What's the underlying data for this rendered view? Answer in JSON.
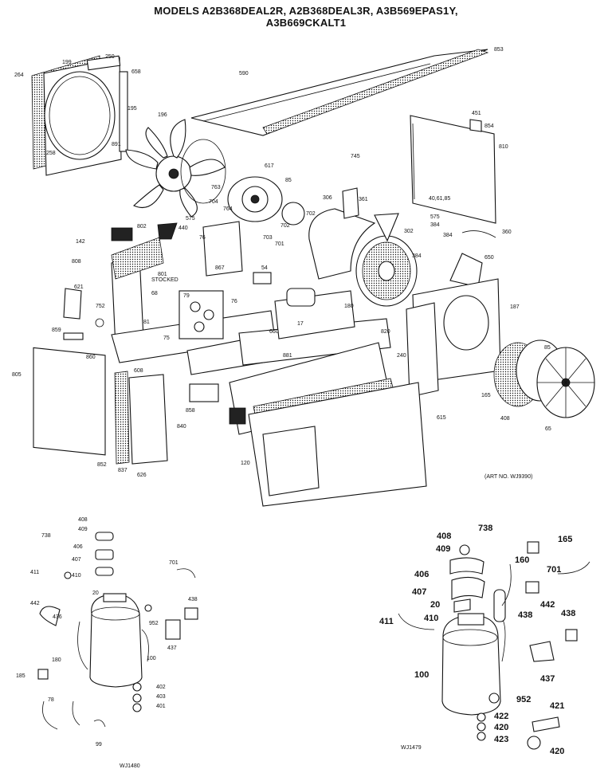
{
  "header": {
    "title_line1": "MODELS A2B368DEAL2R, A2B368DEAL3R, A3B569EPAS1Y,",
    "title_line2": "A3B669CKALT1"
  },
  "footer": {
    "art_no": "(ART NO. WJ9390)",
    "code_left": "WJ1480",
    "code_right": "WJ1479"
  },
  "callouts_main": [
    "264",
    "199",
    "250",
    "658",
    "853",
    "590",
    "195",
    "891",
    "258",
    "196",
    "617",
    "85",
    "763",
    "704",
    "764",
    "575",
    "440",
    "802",
    "142",
    "808",
    "801",
    "STOCKED",
    "621",
    "752",
    "859",
    "860",
    "805",
    "852",
    "837",
    "626",
    "840",
    "858",
    "608",
    "81",
    "75",
    "79",
    "867",
    "76",
    "68",
    "54",
    "660",
    "17",
    "881",
    "820",
    "240",
    "120",
    "615",
    "165",
    "408",
    "85",
    "65",
    "187",
    "650",
    "360",
    "575",
    "384",
    "384",
    "302",
    "306",
    "361",
    "384",
    "180",
    "702",
    "702",
    "703",
    "701",
    "451",
    "854",
    "810",
    "40,61,85",
    "745",
    "76"
  ],
  "callouts_left_compressor": [
    "738",
    "408",
    "409",
    "406",
    "407",
    "410",
    "411",
    "442",
    "20",
    "436",
    "180",
    "185",
    "100",
    "701",
    "952",
    "438",
    "437",
    "402",
    "403",
    "401",
    "78",
    "99"
  ],
  "callouts_right_compressor": [
    "408",
    "738",
    "409",
    "406",
    "407",
    "20",
    "410",
    "411",
    "160",
    "165",
    "701",
    "442",
    "438",
    "438",
    "100",
    "437",
    "952",
    "422",
    "420",
    "423",
    "421",
    "420"
  ],
  "icons": [
    "exploded-assembly-drawing",
    "compressor-drawing",
    "fan-blade-drawing",
    "blower-wheel-drawing"
  ]
}
